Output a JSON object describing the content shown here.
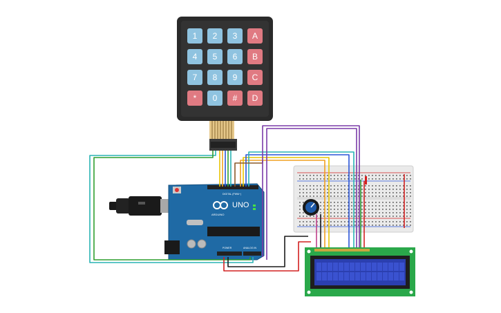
{
  "keypad": {
    "keys": [
      {
        "label": "1",
        "kind": "num"
      },
      {
        "label": "2",
        "kind": "num"
      },
      {
        "label": "3",
        "kind": "num"
      },
      {
        "label": "A",
        "kind": "letter"
      },
      {
        "label": "4",
        "kind": "num"
      },
      {
        "label": "5",
        "kind": "num"
      },
      {
        "label": "6",
        "kind": "num"
      },
      {
        "label": "B",
        "kind": "letter"
      },
      {
        "label": "7",
        "kind": "num"
      },
      {
        "label": "8",
        "kind": "num"
      },
      {
        "label": "9",
        "kind": "num"
      },
      {
        "label": "C",
        "kind": "letter"
      },
      {
        "label": "*",
        "kind": "letter"
      },
      {
        "label": "0",
        "kind": "num"
      },
      {
        "label": "#",
        "kind": "letter"
      },
      {
        "label": "D",
        "kind": "letter"
      }
    ],
    "colors": {
      "body": "#2a2a2a",
      "num_key": "#8fc3e0",
      "letter_key": "#e07a82"
    }
  },
  "arduino": {
    "board_label": "UNO",
    "brand_label": "ARDUINO",
    "digital_label": "DIGITAL (PWM~)",
    "power_label": "POWER",
    "analog_label": "ANALOG IN",
    "colors": {
      "board": "#1f6aa5",
      "board_edge": "#15507f"
    }
  },
  "lcd": {
    "rows": 2,
    "cols": 16,
    "colors": {
      "pcb": "#2aa84a",
      "bezel": "#1e1e1e",
      "screen": "#2b3fb0",
      "cell": "#3a52d0"
    }
  },
  "wire_colors": {
    "red": "#d22020",
    "black": "#1a1a1a",
    "green": "#2f9e2f",
    "teal": "#29b3b3",
    "purple": "#7a3aa8",
    "orange": "#f0a020",
    "yellow": "#e8c400",
    "blue": "#2a55d8",
    "brown": "#8a5a2a",
    "pink": "#c0408a"
  }
}
